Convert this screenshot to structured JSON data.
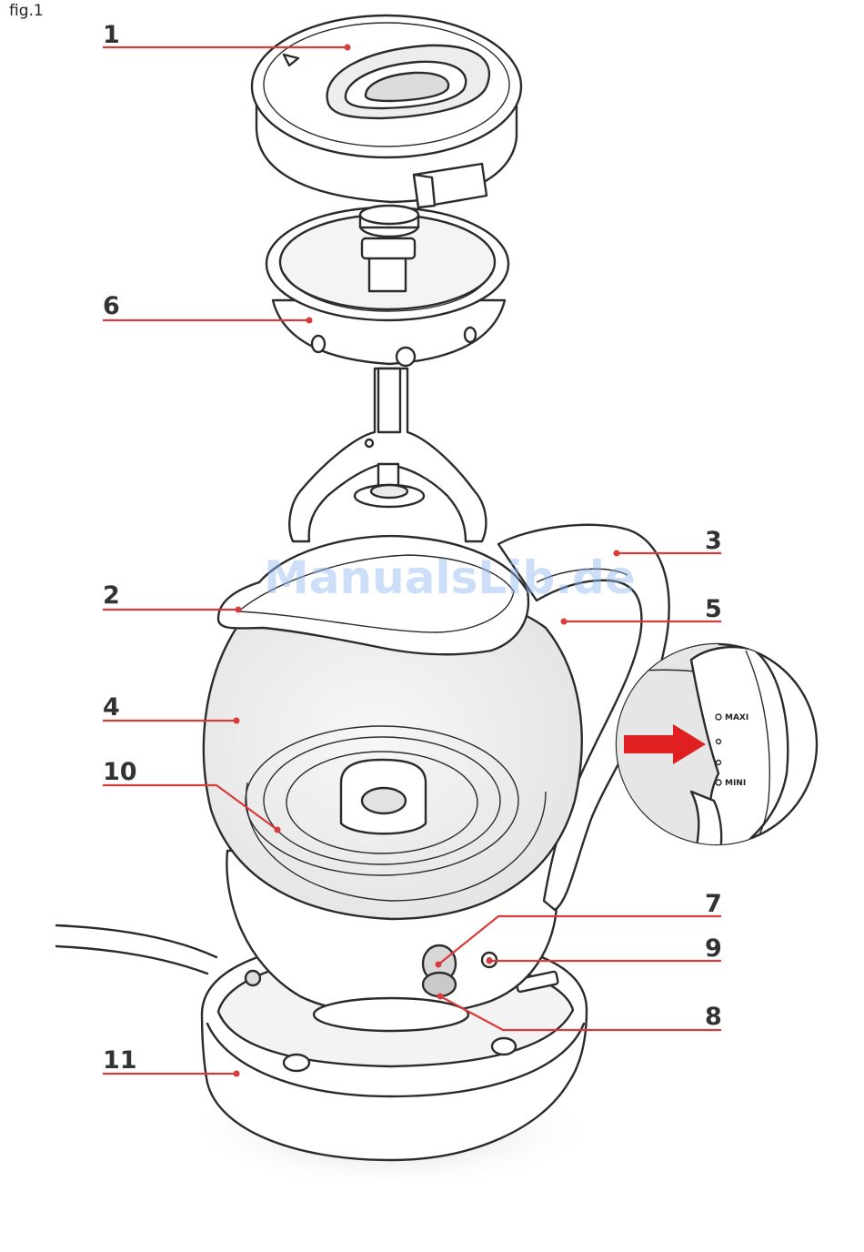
{
  "figure": {
    "label": "fig.1",
    "watermark": "ManualsLib.de",
    "callouts": [
      {
        "id": "1",
        "label": "1"
      },
      {
        "id": "6",
        "label": "6"
      },
      {
        "id": "2",
        "label": "2"
      },
      {
        "id": "4",
        "label": "4"
      },
      {
        "id": "10",
        "label": "10"
      },
      {
        "id": "11",
        "label": "11"
      },
      {
        "id": "3",
        "label": "3"
      },
      {
        "id": "5",
        "label": "5"
      },
      {
        "id": "7",
        "label": "7"
      },
      {
        "id": "9",
        "label": "9"
      },
      {
        "id": "8",
        "label": "8"
      }
    ],
    "zoom": {
      "max_label": "MAXI",
      "min_label": "MINI"
    },
    "colors": {
      "leader": "#d93a3a",
      "arrow": "#e02020",
      "outline": "#2b2b2b"
    }
  }
}
